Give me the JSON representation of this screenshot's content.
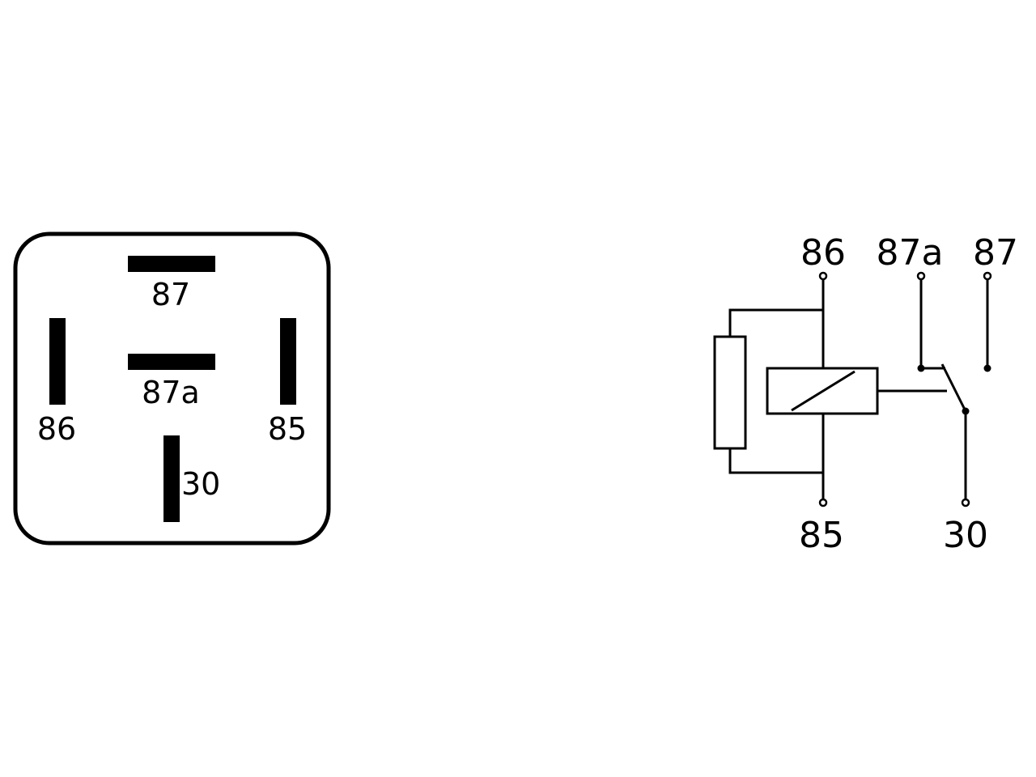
{
  "footprint": {
    "pins": {
      "p87": "87",
      "p87a": "87a",
      "p86": "86",
      "p85": "85",
      "p30": "30"
    }
  },
  "schematic": {
    "terminals": {
      "t86": "86",
      "t87a": "87a",
      "t87": "87",
      "t85": "85",
      "t30": "30"
    }
  },
  "colors": {
    "ink": "#000000",
    "background": "#ffffff"
  }
}
